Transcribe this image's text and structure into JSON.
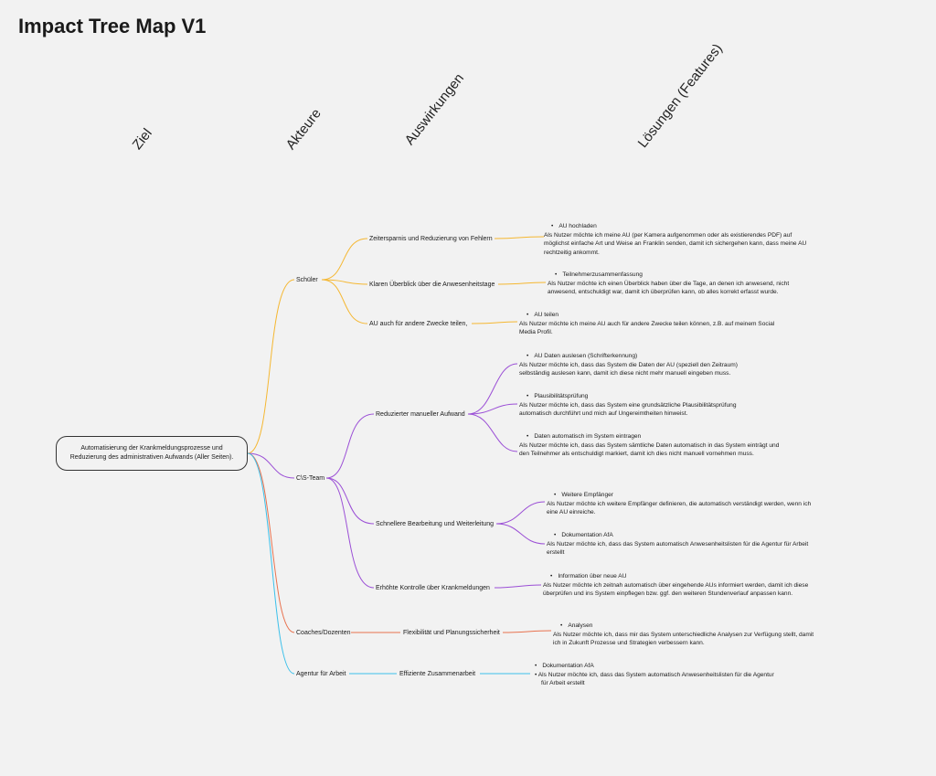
{
  "title": "Impact Tree Map V1",
  "columns": {
    "ziel": "Ziel",
    "akteure": "Akteure",
    "auswirkungen": "Auswirkungen",
    "loesungen": "Lösungen (Features)"
  },
  "colors": {
    "schueler": "#f5b731",
    "team": "#9b4fd6",
    "coaches": "#e8724f",
    "agentur": "#3cc0ea"
  },
  "root": {
    "line1": "Automatisierung der Krankmeldungsprozesse und",
    "line2": "Reduzierung des administrativen Aufwands (Aller Seiten)."
  },
  "actors": {
    "schueler": "Schüler",
    "team": "C\\S-Team",
    "coaches": "Coaches/Dozenten",
    "agentur": "Agentur für Arbeit"
  },
  "impacts": {
    "i1": "Zeitersparnis und Reduzierung von Fehlern",
    "i2": "Klaren Überblick über die Anwesenheitstage",
    "i3": "AU  auch für andere Zwecke teilen,",
    "i4": "Reduzierter manueller Aufwand",
    "i5": "Schnellere Bearbeitung und Weiterleitung",
    "i6": "Erhöhte Kontrolle über Krankmeldungen",
    "i7": "Flexibilität und Planungssicherheit",
    "i8": "Effiziente Zusammenarbeit"
  },
  "features": {
    "f1": {
      "title": "AU hochladen",
      "desc": "Als Nutzer möchte ich meine AU (per Kamera aufgenommen oder als existierendes PDF) auf möglichst einfache Art und Weise an Franklin senden, damit ich sichergehen kann, dass meine AU rechtzeitig ankommt."
    },
    "f2": {
      "title": "Teilnehmerzusammenfassung",
      "desc": "Als Nutzer möchte ich einen Überblick haben über die Tage, an denen ich anwesend, nicht anwesend, entschuldigt war, damit ich überprüfen kann, ob alles korrekt erfasst wurde."
    },
    "f3": {
      "title": "AU teilen",
      "desc": "Als Nutzer möchte ich meine AU auch für andere Zwecke teilen können, z.B. auf meinem Social Media Profil."
    },
    "f4": {
      "title": "AU Daten auslesen (Schrifterkennung)",
      "desc": "Als Nutzer möchte ich, dass das System die Daten der AU (speziell den Zeitraum) selbständig auslesen kann, damit ich diese nicht mehr manuell eingeben muss."
    },
    "f5": {
      "title": "Plausibilitätsprüfung",
      "desc": "Als Nutzer möchte ich, dass das System eine grundsätzliche Plausibilitätsprüfung automatisch durchführt und mich auf Ungereimtheiten hinweist."
    },
    "f6": {
      "title": "Daten automatisch im System eintragen",
      "desc": "Als Nutzer möchte ich, dass das System sämtliche Daten automatisch in das System einträgt und den Teilnehmer als entschuldigt markiert, damit ich dies nicht manuell vornehmen muss."
    },
    "f7": {
      "title": "Weitere Empfänger",
      "desc": "Als Nutzer möchte ich weitere Empfänger definieren, die automatisch verständigt werden, wenn ich eine AU einreiche."
    },
    "f8": {
      "title": "Dokumentation AfA",
      "desc": "Als Nutzer möchte ich, dass das System automatisch Anwesenheitslisten für die Agentur für Arbeit erstellt"
    },
    "f9": {
      "title": "Information über neue AU",
      "desc": "Als Nutzer möchte ich zeitnah automatisch über eingehende AUs informiert werden, damit ich diese überprüfen und ins System einpflegen bzw. ggf. den weiteren Stundenverlauf anpassen kann."
    },
    "f10": {
      "title": "Analysen",
      "desc": "Als Nutzer möchte ich, dass mir das System unterschiedliche Analysen zur Verfügung stellt, damit ich in Zukunft Prozesse und Strategien verbessern kann."
    },
    "f11": {
      "title": "Dokumentation AfA",
      "desc": "Als Nutzer möchte ich, dass das System automatisch Anwesenheitslisten für die Agentur für Arbeit erstellt"
    }
  }
}
